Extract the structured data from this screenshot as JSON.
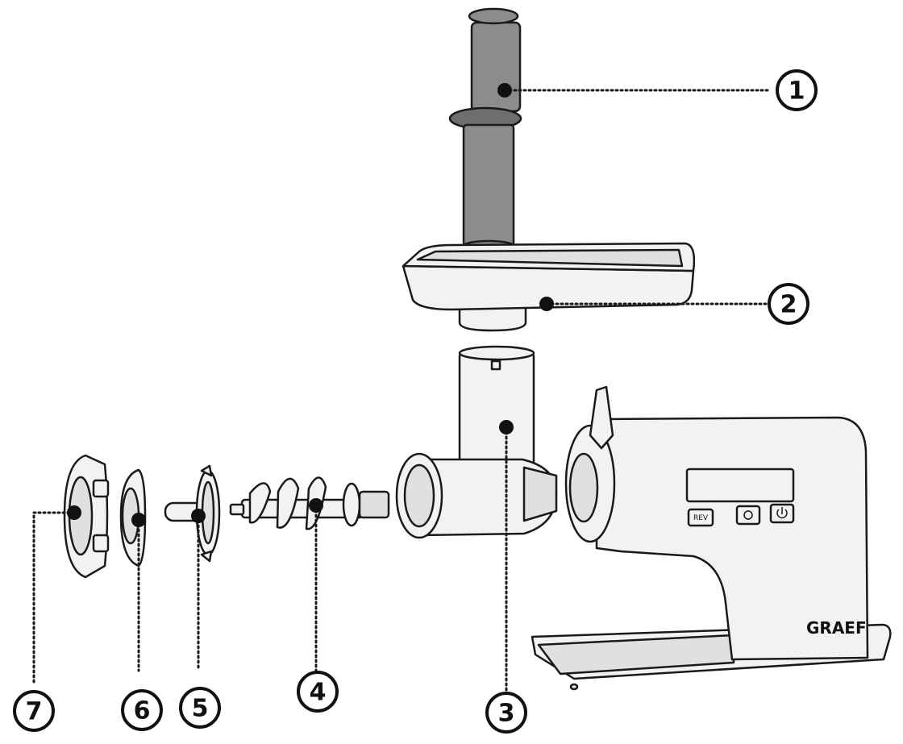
{
  "diagram": {
    "brand_label": "GRAEF",
    "control_buttons": {
      "rev": "REV"
    },
    "callouts": [
      {
        "id": "1",
        "label": "1"
      },
      {
        "id": "2",
        "label": "2"
      },
      {
        "id": "3",
        "label": "3"
      },
      {
        "id": "4",
        "label": "4"
      },
      {
        "id": "5",
        "label": "5"
      },
      {
        "id": "6",
        "label": "6"
      },
      {
        "id": "7",
        "label": "7"
      }
    ]
  }
}
